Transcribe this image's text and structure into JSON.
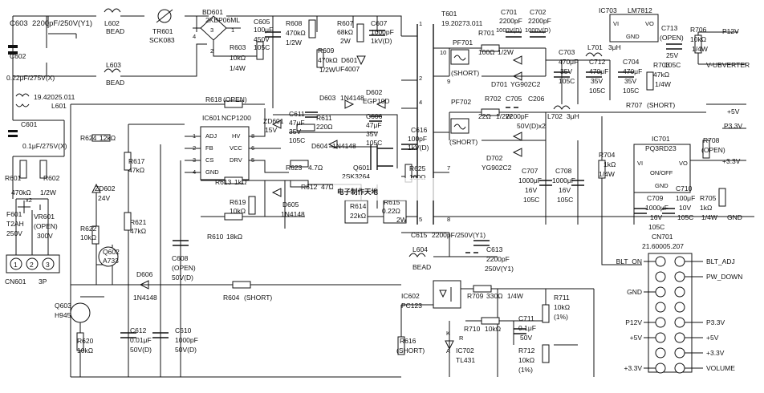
{
  "watermark": {
    "text": "电子制作天地",
    "color": "#1f5fbf"
  },
  "input": {
    "connector": {
      "ref": "CN601",
      "type": "3P",
      "pins": [
        "1",
        "2",
        "3"
      ]
    },
    "fuse": {
      "ref": "F601",
      "value": "T2AH",
      "voltage": "250V"
    },
    "varistor": {
      "ref": "VR601",
      "value": "(OPEN)",
      "voltage": "300V"
    },
    "x_caps": [
      {
        "ref": "C601",
        "value": "0.1μF/275V(X)"
      },
      {
        "ref": "C602",
        "value": "0.22μF/275V(X)"
      }
    ],
    "bleeders": [
      {
        "ref": "R601",
        "value": "470kΩ"
      },
      {
        "ref": "R602",
        "value": "1/2W"
      },
      {
        "note": "x2"
      }
    ],
    "choke": {
      "ref": "L601",
      "part": "19.42025.011"
    },
    "y_cap": {
      "ref": "C603",
      "value": "2200pF/250V(Y1)"
    },
    "beads": [
      {
        "ref": "L602",
        "value": "BEAD"
      },
      {
        "ref": "L603",
        "value": "BEAD"
      }
    ],
    "thermistor": {
      "ref": "TR601",
      "value": "SCK083"
    },
    "bridge": {
      "ref": "BD601",
      "value": "2KBP06ML",
      "pins": [
        "1",
        "2",
        "3",
        "4"
      ]
    }
  },
  "primary": {
    "bulk_cap": {
      "ref": "C605",
      "value": "100μF",
      "v": "450V",
      "t": "105C"
    },
    "r603": {
      "ref": "R603",
      "value": "10kΩ",
      "w": "1/4W"
    },
    "r608": {
      "ref": "R608",
      "value": "470kΩ",
      "w": "1/2W"
    },
    "r609": {
      "ref": "R609",
      "value": "470kΩ",
      "w": "1/2W"
    },
    "r607": {
      "ref": "R607",
      "value": "68kΩ",
      "w": "2W"
    },
    "c607": {
      "ref": "C607",
      "value": "1000pF",
      "v": "1kV(D)"
    },
    "d601": {
      "ref": "D601",
      "value": "UF4007"
    },
    "r618": {
      "ref": "R618",
      "value": "(OPEN)"
    },
    "d603": {
      "ref": "D603",
      "value": "1N4148"
    },
    "d602": {
      "ref": "D602",
      "value": "EGP10D"
    },
    "c611": {
      "ref": "C611",
      "value": "47μF",
      "v": "35V",
      "t": "105C"
    },
    "r611": {
      "ref": "R611",
      "value": "220Ω"
    },
    "c606": {
      "ref": "C606",
      "value": "47μF",
      "v": "35V",
      "t": "105C"
    },
    "zd601": {
      "ref": "ZD601",
      "value": "15V"
    },
    "controller": {
      "ref": "IC601",
      "part": "NCP1200",
      "pins_left": [
        {
          "n": "1",
          "name": "ADJ"
        },
        {
          "n": "2",
          "name": "FB"
        },
        {
          "n": "3",
          "name": "CS"
        },
        {
          "n": "4",
          "name": "GND"
        }
      ],
      "pins_right": [
        {
          "n": "8",
          "name": "HV"
        },
        {
          "n": "6",
          "name": "VCC"
        },
        {
          "n": "5",
          "name": "DRV"
        }
      ]
    },
    "d604": {
      "ref": "D604",
      "value": "1N4148"
    },
    "r623": {
      "ref": "R623",
      "value": "4.7Ω"
    },
    "r612": {
      "ref": "R612",
      "value": "47Ω"
    },
    "q601": {
      "ref": "Q601",
      "value": "2SK3264"
    },
    "c616": {
      "ref": "C616",
      "value": "100pF",
      "v": "1kV(D)"
    },
    "r625": {
      "ref": "R625",
      "value": "100Ω"
    },
    "r624": {
      "ref": "R624",
      "value": "12kΩ"
    },
    "r617": {
      "ref": "R617",
      "value": "47kΩ"
    },
    "r621": {
      "ref": "R621",
      "value": "47kΩ"
    },
    "r613": {
      "ref": "R613",
      "value": "1kΩ"
    },
    "r619": {
      "ref": "R619",
      "value": "10kΩ"
    },
    "r610": {
      "ref": "R610",
      "value": "18kΩ"
    },
    "d605": {
      "ref": "D605",
      "value": "1N4148"
    },
    "r614": {
      "ref": "R614",
      "value": "22kΩ"
    },
    "r615": {
      "ref": "R615",
      "value": "0.22Ω",
      "w": "2W"
    },
    "zd602": {
      "ref": "ZD602",
      "value": "24V"
    },
    "r622": {
      "ref": "R622",
      "value": "10kΩ"
    },
    "q602": {
      "ref": "Q602",
      "value": "A733"
    },
    "q603": {
      "ref": "Q603",
      "value": "H945"
    },
    "r620": {
      "ref": "R620",
      "value": "10kΩ"
    },
    "d606": {
      "ref": "D606",
      "value": "1N4148"
    },
    "c612": {
      "ref": "C612",
      "value": "0.01μF",
      "v": "50V(D)"
    },
    "c610": {
      "ref": "C610",
      "value": "1000pF",
      "v": "50V(D)"
    },
    "c608": {
      "ref": "C608",
      "value": "(OPEN)",
      "v": "50V(D)"
    },
    "r604": {
      "ref": "R604",
      "value": "(SHORT)"
    },
    "c615": {
      "ref": "C615",
      "value": "2200pF/250V(Y1)"
    },
    "l604": {
      "ref": "L604",
      "value": "BEAD"
    },
    "c613": {
      "ref": "C613",
      "value": "2200pF",
      "v": "250V(Y1)"
    },
    "r616": {
      "ref": "R616",
      "value": "(SHORT)"
    }
  },
  "transformer": {
    "ref": "T601",
    "part": "19.20273.011",
    "pins": [
      "1",
      "2",
      "4",
      "5",
      "7",
      "8",
      "9",
      "10"
    ]
  },
  "secondary": {
    "pf701": {
      "ref": "PF701",
      "value": "(SHORT)"
    },
    "r701": {
      "ref": "R701",
      "value": "100Ω",
      "w": "1/2W"
    },
    "c701": {
      "ref": "C701",
      "value": "2200pF",
      "v": "1000V(D)"
    },
    "c702": {
      "ref": "C702",
      "value": "2200pF",
      "v": "1000V(D)"
    },
    "d701": {
      "ref": "D701",
      "value": "YG902C2"
    },
    "c703": {
      "ref": "C703",
      "value": "470μF",
      "v": "35V",
      "t": "105C"
    },
    "l701": {
      "ref": "L701",
      "value": "3μH"
    },
    "c712": {
      "ref": "C712",
      "value": "470μF",
      "v": "35V",
      "t": "105C"
    },
    "c704": {
      "ref": "C704",
      "value": "470μF",
      "v": "35V",
      "t": "105C"
    },
    "r703": {
      "ref": "R703",
      "value": "47kΩ",
      "w": "1/4W"
    },
    "ic703": {
      "ref": "IC703",
      "value": "LM7812",
      "pins": [
        "VI",
        "VO",
        "GND"
      ]
    },
    "c713": {
      "ref": "C713",
      "value": "(OPEN)",
      "v": "25V",
      "t": "105C"
    },
    "r706": {
      "ref": "R706",
      "value": "10kΩ",
      "w": "1/4W"
    },
    "p12v": "P12V",
    "vubverter": "V-UBVERTER",
    "pf702": {
      "ref": "PF702",
      "value": "(SHORT)"
    },
    "r702": {
      "ref": "R702",
      "value": "22Ω",
      "w": "1/2W"
    },
    "c705": {
      "ref": "C705",
      "value": "2200pF"
    },
    "c706": {
      "ref": "C206",
      "value": "50V(D)x2"
    },
    "l702": {
      "ref": "L702",
      "value": "3μH"
    },
    "d702": {
      "ref": "D702",
      "value": "YG902C2"
    },
    "c707": {
      "ref": "C707",
      "value": "1000μF",
      "v": "16V",
      "t": "105C"
    },
    "c708": {
      "ref": "C708",
      "value": "1000μF",
      "v": "16V",
      "t": "105C"
    },
    "r704": {
      "ref": "R704",
      "value": "1kΩ",
      "w": "1/4W"
    },
    "r707": {
      "ref": "R707",
      "value": "(SHORT)"
    },
    "plus5v": "+5V",
    "p33v": "P3.3V",
    "plus33v": "+3.3V",
    "gnd": "GND",
    "ic701": {
      "ref": "IC701",
      "value": "PQ3RD23",
      "pins": [
        "VI",
        "ON/OFF",
        "VO",
        "GND"
      ]
    },
    "r708": {
      "ref": "R708",
      "value": "(OPEN)"
    },
    "c709": {
      "ref": "C709",
      "value": "1000μF",
      "v": "16V",
      "t": "105C"
    },
    "c710": {
      "ref": "C710",
      "value": "100μF",
      "v": "10V",
      "t": "105C"
    },
    "r705": {
      "ref": "R705",
      "value": "1kΩ",
      "w": "1/4W"
    },
    "ic602": {
      "ref": "IC602",
      "value": "PC123"
    },
    "r709": {
      "ref": "R709",
      "value": "330Ω",
      "w": "1/4W"
    },
    "r711": {
      "ref": "R711",
      "value": "10kΩ",
      "tol": "(1%)"
    },
    "r710": {
      "ref": "R710",
      "value": "10kΩ"
    },
    "c711": {
      "ref": "C711",
      "value": "0.1μF",
      "v": "50V"
    },
    "ic702": {
      "ref": "IC702",
      "value": "TL431",
      "pins": [
        "K",
        "R",
        "A"
      ]
    },
    "r712": {
      "ref": "R712",
      "value": "10kΩ",
      "tol": "(1%)"
    }
  },
  "connector_out": {
    "ref": "CN701",
    "part": "21.60005.207",
    "left": [
      "BLT_ON",
      "",
      "GND",
      "",
      "P12V",
      "+5V",
      "",
      "+3.3V"
    ],
    "right": [
      "BLT_ADJ",
      "PW_DOWN",
      "",
      "",
      "P3.3V",
      "+5V",
      "+3.3V",
      "VOLUME"
    ]
  }
}
